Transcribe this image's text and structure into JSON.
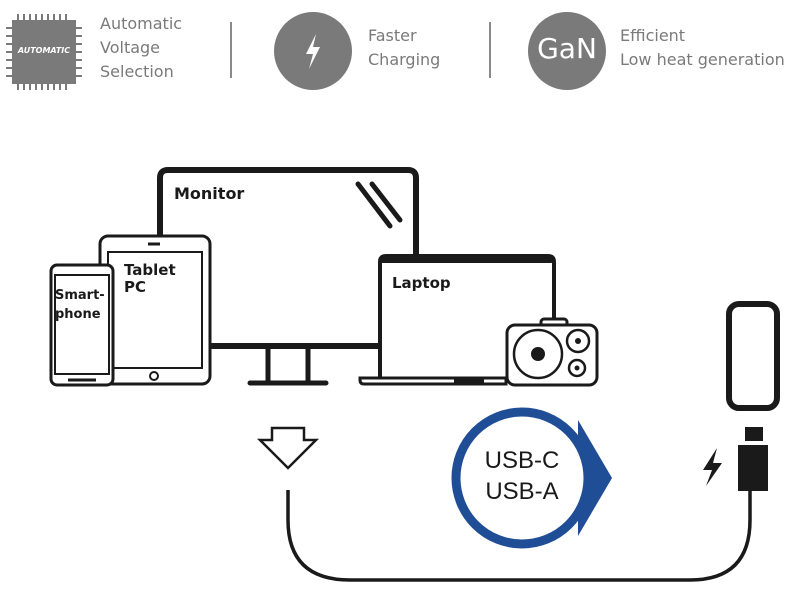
{
  "features": [
    {
      "icon": "chip-icon",
      "badge": "AUTOMATIC",
      "lines": [
        "Automatic",
        "Voltage",
        "Selection"
      ]
    },
    {
      "icon": "lightning-icon",
      "lines": [
        "Faster",
        "Charging"
      ]
    },
    {
      "icon": "gan-icon",
      "badge": "GaN",
      "lines": [
        "Efficient",
        "Low heat generation"
      ]
    }
  ],
  "devices": {
    "monitor": "Monitor",
    "tablet": [
      "Tablet",
      "PC"
    ],
    "smartphone": [
      "Smart-",
      "phone"
    ],
    "laptop": "Laptop"
  },
  "connector": {
    "lines": [
      "USB-C",
      "USB-A"
    ]
  },
  "colors": {
    "feature_gray": "#7a7a7a",
    "accent_blue": "#1f4e96",
    "line_black": "#1a1a1a"
  }
}
